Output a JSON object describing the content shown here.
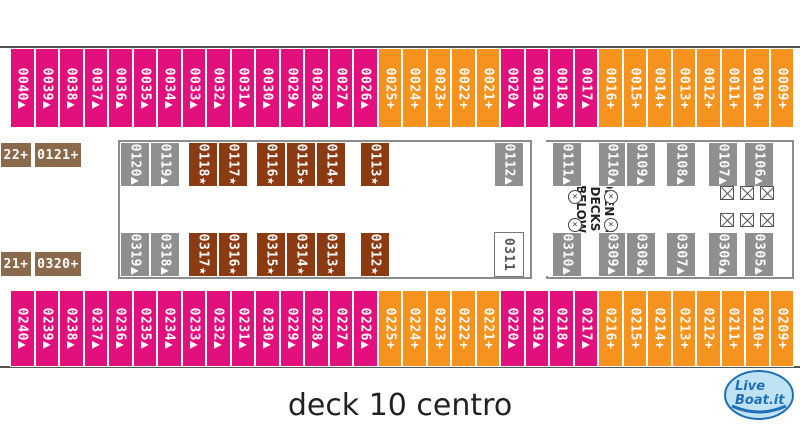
{
  "title": "deck 10 centro",
  "logo": {
    "line1": "Live",
    "line2": "Boat",
    "suffix": ".it"
  },
  "deck_note": "OPEN TO\nDECKS\nBELOW",
  "colors": {
    "magenta": "#e2107c",
    "orange": "#f6921e",
    "brown": "#8b3a12",
    "gray": "#8f8f8f",
    "tan": "#8a6a4a"
  },
  "top_row": [
    {
      "label": "0040▲",
      "color": "magenta"
    },
    {
      "label": "0039▲",
      "color": "magenta"
    },
    {
      "label": "0038▲",
      "color": "magenta"
    },
    {
      "label": "0037▲",
      "color": "magenta"
    },
    {
      "label": "0036▲",
      "color": "magenta"
    },
    {
      "label": "0035▲",
      "color": "magenta"
    },
    {
      "label": "0034▲",
      "color": "magenta"
    },
    {
      "label": "0033▲",
      "color": "magenta"
    },
    {
      "label": "0032▲",
      "color": "magenta"
    },
    {
      "label": "0031▲",
      "color": "magenta"
    },
    {
      "label": "0030▲",
      "color": "magenta"
    },
    {
      "label": "0029▲",
      "color": "magenta"
    },
    {
      "label": "0028▲",
      "color": "magenta"
    },
    {
      "label": "0027▲",
      "color": "magenta"
    },
    {
      "label": "0026▲",
      "color": "magenta"
    },
    {
      "label": "0025+",
      "color": "orange"
    },
    {
      "label": "0024+",
      "color": "orange"
    },
    {
      "label": "0023+",
      "color": "orange"
    },
    {
      "label": "0022+",
      "color": "orange"
    },
    {
      "label": "0021+",
      "color": "orange"
    },
    {
      "label": "0020▲",
      "color": "magenta"
    },
    {
      "label": "0019▲",
      "color": "magenta"
    },
    {
      "label": "0018▲",
      "color": "magenta"
    },
    {
      "label": "0017▲",
      "color": "magenta"
    },
    {
      "label": "0016+",
      "color": "orange"
    },
    {
      "label": "0015+",
      "color": "orange"
    },
    {
      "label": "0014+",
      "color": "orange"
    },
    {
      "label": "0013+",
      "color": "orange"
    },
    {
      "label": "0012+",
      "color": "orange"
    },
    {
      "label": "0011+",
      "color": "orange"
    },
    {
      "label": "0010+",
      "color": "orange"
    },
    {
      "label": "0009+",
      "color": "orange"
    }
  ],
  "bottom_row": [
    {
      "label": "0240▲",
      "color": "magenta"
    },
    {
      "label": "0239▲",
      "color": "magenta"
    },
    {
      "label": "0238▲",
      "color": "magenta"
    },
    {
      "label": "0237▲",
      "color": "magenta"
    },
    {
      "label": "0236▲",
      "color": "magenta"
    },
    {
      "label": "0235▲",
      "color": "magenta"
    },
    {
      "label": "0234▲",
      "color": "magenta"
    },
    {
      "label": "0233▲",
      "color": "magenta"
    },
    {
      "label": "0232▲",
      "color": "magenta"
    },
    {
      "label": "0231▲",
      "color": "magenta"
    },
    {
      "label": "0230▲",
      "color": "magenta"
    },
    {
      "label": "0229▲",
      "color": "magenta"
    },
    {
      "label": "0228▲",
      "color": "magenta"
    },
    {
      "label": "0227▲",
      "color": "magenta"
    },
    {
      "label": "0226▲",
      "color": "magenta"
    },
    {
      "label": "0225+",
      "color": "orange"
    },
    {
      "label": "0224+",
      "color": "orange"
    },
    {
      "label": "0223+",
      "color": "orange"
    },
    {
      "label": "0222+",
      "color": "orange"
    },
    {
      "label": "0221+",
      "color": "orange"
    },
    {
      "label": "0220▲",
      "color": "magenta"
    },
    {
      "label": "0219▲",
      "color": "magenta"
    },
    {
      "label": "0218▲",
      "color": "magenta"
    },
    {
      "label": "0217▲",
      "color": "magenta"
    },
    {
      "label": "0216+",
      "color": "orange"
    },
    {
      "label": "0215+",
      "color": "orange"
    },
    {
      "label": "0214+",
      "color": "orange"
    },
    {
      "label": "0213+",
      "color": "orange"
    },
    {
      "label": "0212+",
      "color": "orange"
    },
    {
      "label": "0211+",
      "color": "orange"
    },
    {
      "label": "0210+",
      "color": "orange"
    },
    {
      "label": "0209+",
      "color": "orange"
    }
  ],
  "inner_top": [
    {
      "label": "0120▲",
      "color": "gray"
    },
    {
      "label": "0119▲",
      "color": "gray"
    },
    {
      "label": "0118★",
      "color": "brown"
    },
    {
      "label": "0117★",
      "color": "brown"
    },
    {
      "label": "0116★",
      "color": "brown"
    },
    {
      "label": "0115★",
      "color": "brown"
    },
    {
      "label": "0114★",
      "color": "brown"
    },
    {
      "label": "0113★",
      "color": "brown"
    },
    {
      "label": "0112▲",
      "color": "gray"
    },
    {
      "label": "0111▲",
      "color": "gray"
    },
    {
      "label": "0110▲",
      "color": "gray"
    },
    {
      "label": "0109▲",
      "color": "gray"
    },
    {
      "label": "0108▲",
      "color": "gray"
    },
    {
      "label": "0107▲",
      "color": "gray"
    },
    {
      "label": "0106▲",
      "color": "gray"
    }
  ],
  "inner_bottom": [
    {
      "label": "0319▲",
      "color": "gray"
    },
    {
      "label": "0318▲",
      "color": "gray"
    },
    {
      "label": "0317★",
      "color": "brown"
    },
    {
      "label": "0316★",
      "color": "brown"
    },
    {
      "label": "0315★",
      "color": "brown"
    },
    {
      "label": "0314★",
      "color": "brown"
    },
    {
      "label": "0313★",
      "color": "brown"
    },
    {
      "label": "0312★",
      "color": "brown"
    },
    {
      "label": "0311",
      "color": "white"
    },
    {
      "label": "0310▲",
      "color": "gray"
    },
    {
      "label": "0309▲",
      "color": "gray"
    },
    {
      "label": "0308▲",
      "color": "gray"
    },
    {
      "label": "0307▲",
      "color": "gray"
    },
    {
      "label": "0306▲",
      "color": "gray"
    },
    {
      "label": "0305▲",
      "color": "gray"
    }
  ],
  "left_top": [
    {
      "label": "22+",
      "color": "tan"
    },
    {
      "label": "0121+",
      "color": "tan"
    }
  ],
  "left_bottom": [
    {
      "label": "21+",
      "color": "tan"
    },
    {
      "label": "0320+",
      "color": "tan"
    }
  ]
}
